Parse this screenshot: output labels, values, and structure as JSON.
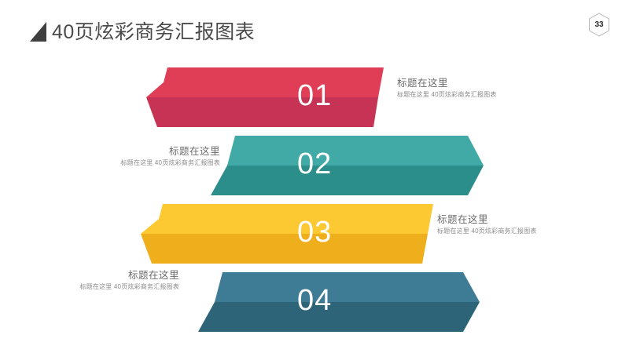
{
  "header": {
    "title": "40页炫彩商务汇报图表",
    "triangle_icon": "triangle-icon",
    "page_number": "33"
  },
  "colors": {
    "band_1_top": "#E03E57",
    "band_1_bottom": "#C63354",
    "band_2_top": "#41AAA6",
    "band_2_bottom": "#2C8E8A",
    "band_3_top": "#FDC933",
    "band_3_bottom": "#EFAF1C",
    "band_4_top": "#3E7C96",
    "band_4_bottom": "#2E6478",
    "title_text": "#4a4a4a",
    "label_title": "#6c6c6c",
    "label_desc": "#8a8a8a",
    "background": "#ffffff"
  },
  "chart_data": {
    "type": "diagram",
    "title": "40页炫彩商务汇报图表",
    "layout": "stacked-staggered-arrow-bands",
    "bands": [
      {
        "number": "01",
        "color_top": "#E03E57",
        "color_bottom": "#C63354",
        "label_side": "right",
        "label_title": "标题在这里",
        "label_desc": "标题在这里 40页炫彩商务汇报图表"
      },
      {
        "number": "02",
        "color_top": "#41AAA6",
        "color_bottom": "#2C8E8A",
        "label_side": "left",
        "label_title": "标题在这里",
        "label_desc": "标题在这里 40页炫彩商务汇报图表"
      },
      {
        "number": "03",
        "color_top": "#FDC933",
        "color_bottom": "#EFAF1C",
        "label_side": "right",
        "label_title": "标题在这里",
        "label_desc": "标题在这里 40页炫彩商务汇报图表"
      },
      {
        "number": "04",
        "color_top": "#3E7C96",
        "color_bottom": "#2E6478",
        "label_side": "left",
        "label_title": "标题在这里",
        "label_desc": "标题在这里 40页炫彩商务汇报图表"
      }
    ]
  }
}
